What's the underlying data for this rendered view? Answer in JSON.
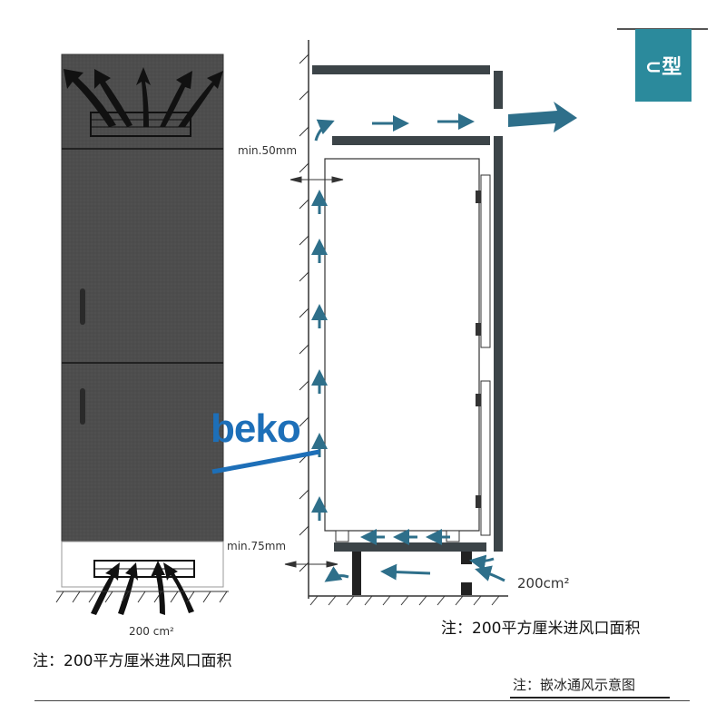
{
  "badge": {
    "label": "⊂型"
  },
  "brand": {
    "name": "beko"
  },
  "labels": {
    "min_top": "min.50mm",
    "min_bottom": "min.75mm",
    "area_right": "200cm²",
    "area_left": "200 cm²"
  },
  "notes": {
    "left": "注：200平方厘米进风口面积",
    "right": "注：200平方厘米进风口面积",
    "footer": "注：嵌冰通风示意图"
  },
  "colors": {
    "arrow": "#2e6f8a",
    "cabinet": "#4a4a4a",
    "badge": "#2b8a9c",
    "brand": "#1d6fb8"
  }
}
